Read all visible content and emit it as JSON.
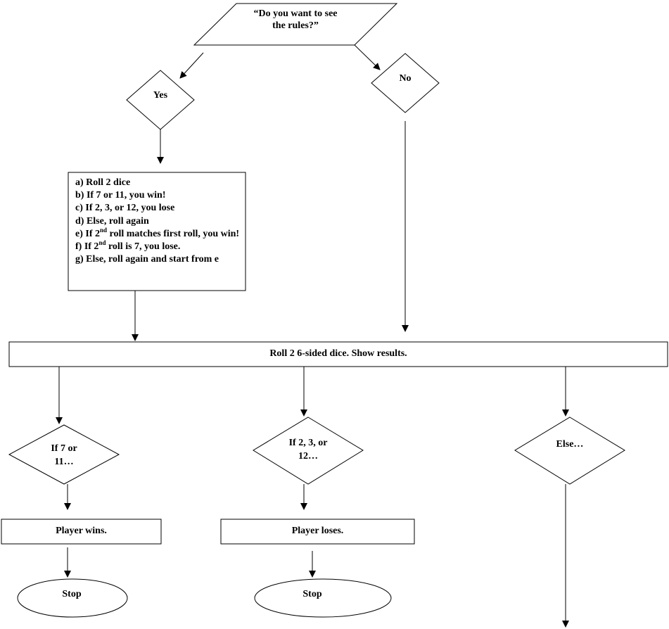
{
  "nodes": {
    "question": "“Do you want to see the rules?”",
    "yes": "Yes",
    "no": "No",
    "rules": [
      {
        "text": "a) Roll 2  dice"
      },
      {
        "text": "b) If 7 or 11, you win!"
      },
      {
        "text": "c) If 2, 3, or 12, you lose"
      },
      {
        "text": "d) Else, roll again"
      },
      {
        "pre": "e) If 2",
        "sup": "nd",
        "post": " roll matches first roll, you win!"
      },
      {
        "pre": "f) If 2",
        "sup": "nd",
        "post": " roll is 7, you lose."
      },
      {
        "text": "g) Else, roll again and start from e"
      }
    ],
    "roll": "Roll 2 6-sided dice. Show results.",
    "if_win": "If 7 or 11…",
    "if_lose": "If 2, 3, or 12…",
    "else": "Else…",
    "player_wins": "Player wins.",
    "player_loses": "Player loses.",
    "stop_win": "Stop",
    "stop_lose": "Stop"
  }
}
